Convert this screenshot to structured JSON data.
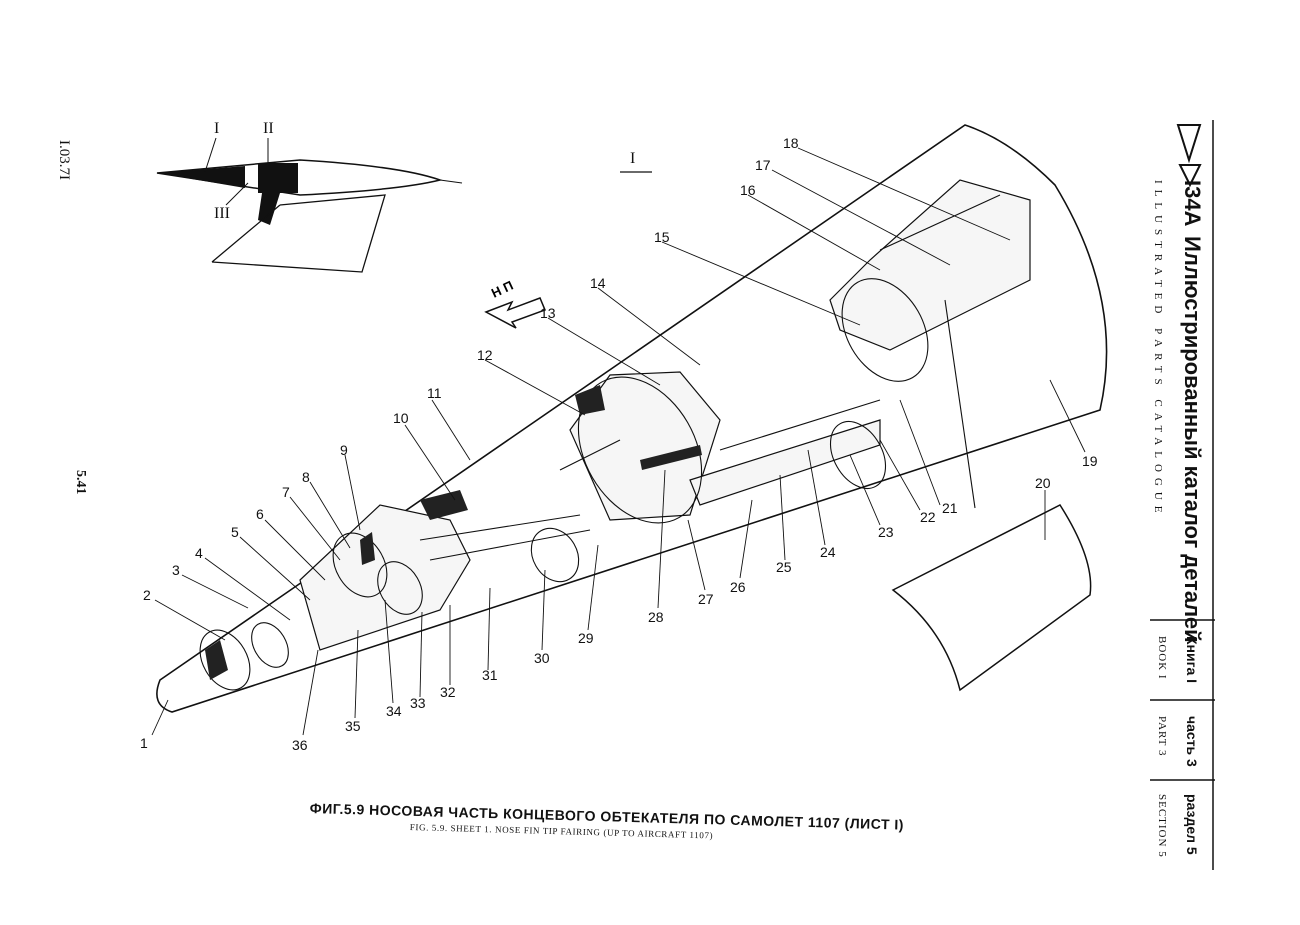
{
  "document": {
    "doc_number": "I.03.7I",
    "page_number": "5.41"
  },
  "header": {
    "aircraft": "I34A",
    "catalog_title_ru": "Иллюстрированный каталог деталей",
    "catalog_title_en": "ILLUSTRATED PARTS CATALOGUE",
    "book_ru": "Книга I",
    "book_en": "BOOK I",
    "part_ru": "часть 3",
    "part_en": "PART 3",
    "section_ru": "раздел 5",
    "section_en": "SECTION 5"
  },
  "figure": {
    "caption_ru": "ФИГ.5.9  НОСОВАЯ  ЧАСТЬ  КОНЦЕВОГО  ОБТЕКАТЕЛЯ  ПО  САМОЛЕТ  1107  (ЛИСТ  I)",
    "caption_en": "FIG. 5.9. SHEET 1. NOSE FIN TIP FAIRING (UP TO AIRCRAFT 1107)",
    "view_label": "I",
    "direction_label": "Н П",
    "locator_labels": [
      "I",
      "II",
      "III"
    ],
    "callouts": [
      "1",
      "2",
      "3",
      "4",
      "5",
      "6",
      "7",
      "8",
      "9",
      "10",
      "11",
      "12",
      "13",
      "14",
      "15",
      "16",
      "17",
      "18",
      "19",
      "20",
      "21",
      "22",
      "23",
      "24",
      "25",
      "26",
      "27",
      "28",
      "29",
      "30",
      "31",
      "32",
      "33",
      "34",
      "35",
      "36"
    ]
  }
}
